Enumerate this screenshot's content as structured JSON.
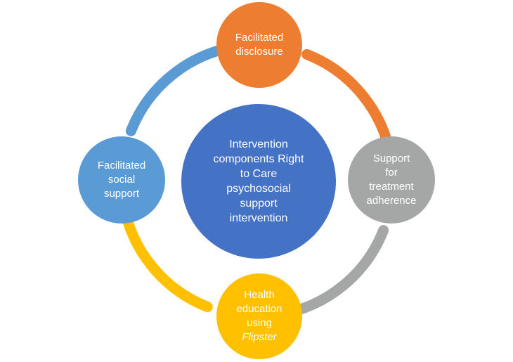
{
  "diagram": {
    "background": "#FFFFFF",
    "text_color": "#FFFFFF",
    "center": {
      "label": "Intervention\ncomponents Right\nto Care\npsychosocial\nsupport\nintervention",
      "color": "#4472C4"
    },
    "nodes": {
      "top": {
        "label": "Facilitated\ndisclosure",
        "color": "#ED7D31"
      },
      "right": {
        "label": "Support\nfor\ntreatment\nadherence",
        "color": "#A5A6A6"
      },
      "bottom": {
        "label": "Health\neducation\nusing",
        "label_italic": "Flipster",
        "color": "#FFC000"
      },
      "left": {
        "label": "Facilitated\nsocial\nsupport",
        "color": "#5B9BD5"
      }
    },
    "arcs": {
      "top_left": {
        "color": "#5B9BD5"
      },
      "top_right": {
        "color": "#ED7D31"
      },
      "bottom_right": {
        "color": "#A5A6A6"
      },
      "bottom_left": {
        "color": "#FFC000"
      }
    }
  }
}
